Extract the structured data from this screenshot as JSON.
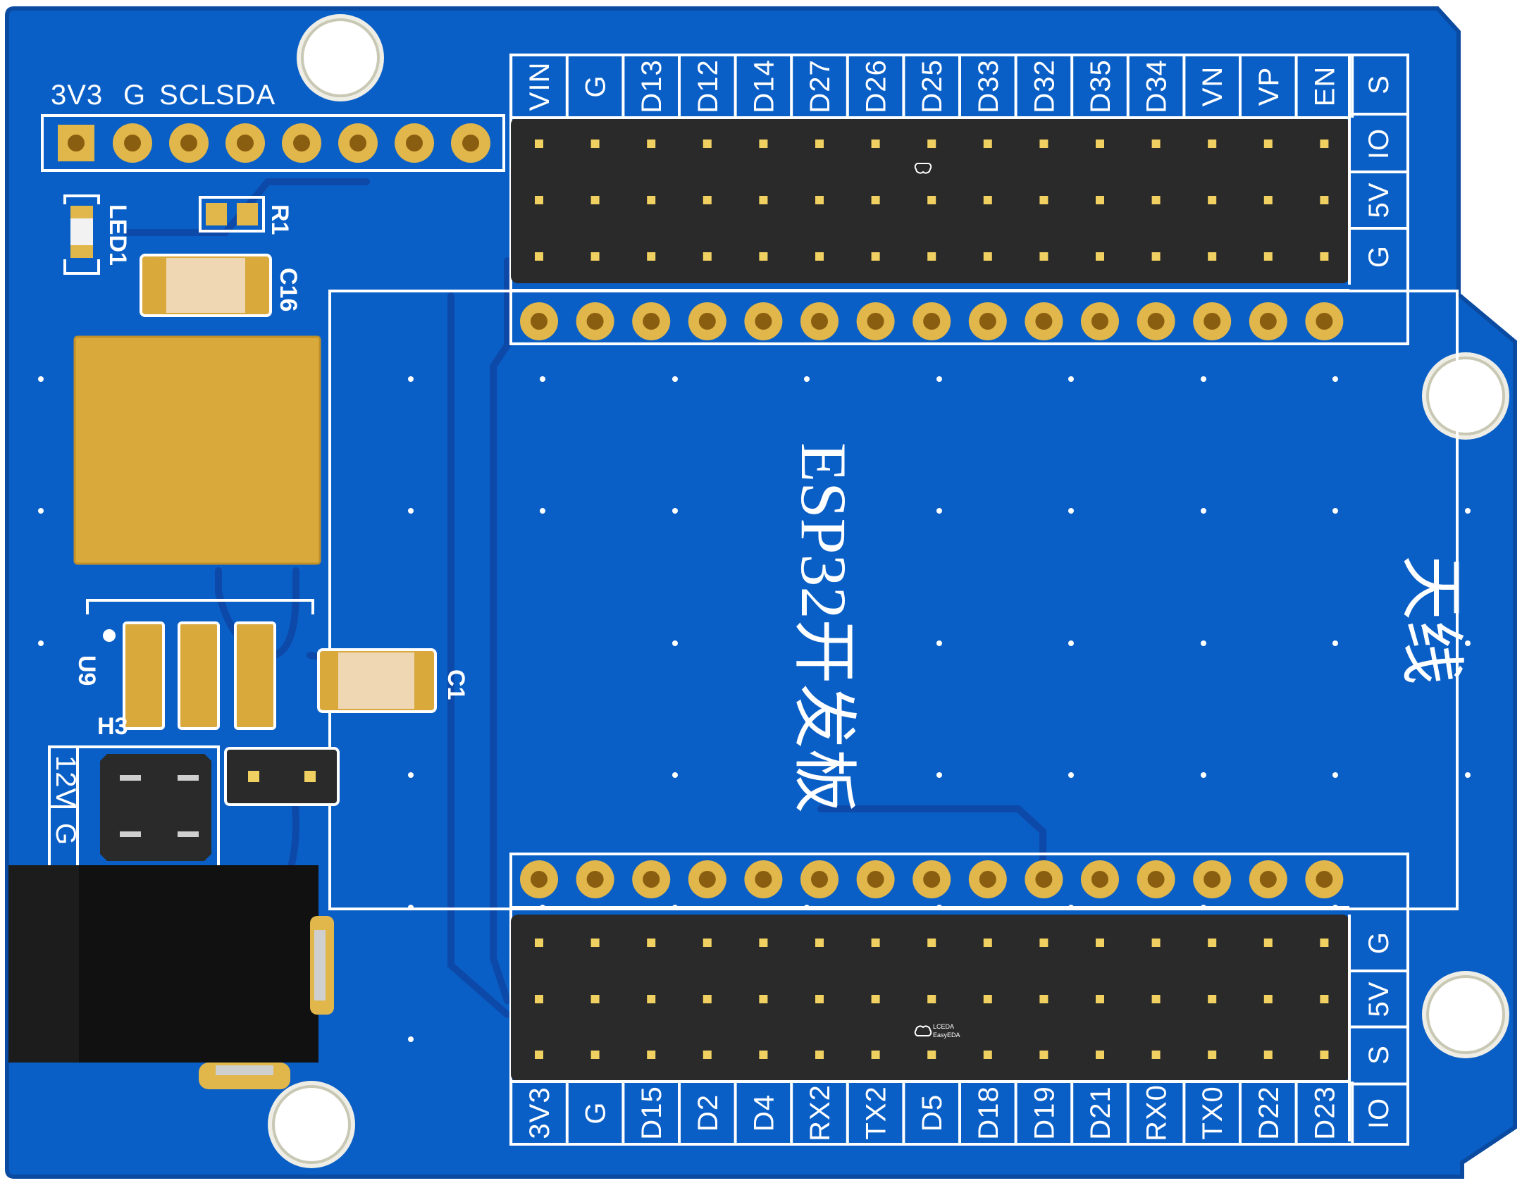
{
  "board": {
    "title": "ESP32开发板",
    "antenna_label": "天线",
    "colors": {
      "board": "#0a5fc6",
      "trace": "#0d49a8",
      "silk": "#ffffff",
      "gold": "#e1b64a",
      "header": "#2a2a2a"
    }
  },
  "i2c_header": {
    "labels": [
      "3V3",
      "G",
      "SCL",
      "SDA"
    ],
    "pin_count": 8
  },
  "top_header": {
    "pins": [
      "VIN",
      "G",
      "D13",
      "D12",
      "D14",
      "D27",
      "D26",
      "D25",
      "D33",
      "D32",
      "D35",
      "D34",
      "VN",
      "VP",
      "EN"
    ],
    "side_labels": [
      "S",
      "IO",
      "5V",
      "G"
    ]
  },
  "bottom_header": {
    "pins": [
      "3V3",
      "G",
      "D15",
      "D2",
      "D4",
      "RX2",
      "TX2",
      "D5",
      "D18",
      "D19",
      "D21",
      "RX0",
      "TX0",
      "D22",
      "D23"
    ],
    "side_labels": [
      "G",
      "5V",
      "S",
      "IO"
    ]
  },
  "components": {
    "led": "LED1",
    "resistor": "R1",
    "cap_c16": "C16",
    "cap_c1": "C1",
    "regulator": "U9",
    "jumper": "H3",
    "power_labels": [
      "12V",
      "G"
    ]
  },
  "icons": {
    "easyeda_logo": "lceda-logo-icon",
    "logo_text": [
      "LCEDA",
      "EasyEDA"
    ]
  }
}
